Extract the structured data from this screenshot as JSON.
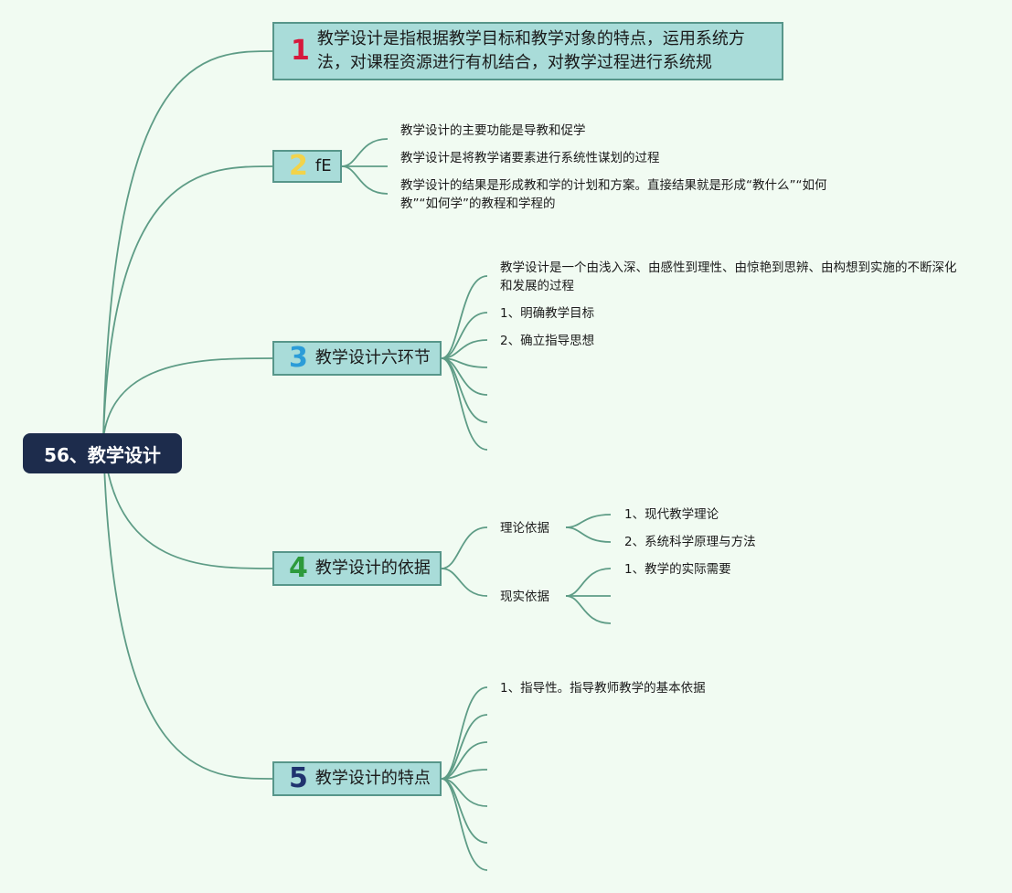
{
  "root": {
    "label": "56、教学设计"
  },
  "topics": [
    {
      "num": "1",
      "label": "教学设计是指根据教学目标和教学对象的特点，运用系统方法，对课程资源进行有机结合，对教学过程进行系统规",
      "children": []
    },
    {
      "num": "2",
      "label": "fE",
      "children": [
        "教学设计的主要功能是导教和促学",
        "教学设计是将教学诸要素进行系统性谋划的过程",
        "教学设计的结果是形成教和学的计划和方案。直接结果就是形成“教什么”“如何教”“如何学”的教程和学程的"
      ]
    },
    {
      "num": "3",
      "label": "教学设计六环节",
      "children": [
        "教学设计是一个由浅入深、由感性到理性、由惊艳到思辨、由构想到实施的不断深化和发展的过程",
        "1、明确教学目标",
        "2、确立指导思想",
        "",
        "",
        "",
        ""
      ]
    },
    {
      "num": "4",
      "label": "教学设计的依据",
      "children": [
        {
          "label": "理论依据",
          "children": [
            "1、现代教学理论",
            "2、系统科学原理与方法"
          ]
        },
        {
          "label": "现实依据",
          "children": [
            "1、教学的实际需要",
            "",
            ""
          ]
        }
      ]
    },
    {
      "num": "5",
      "label": "教学设计的特点",
      "children": [
        "1、指导性。指导教师教学的基本依据",
        "",
        "",
        "",
        "",
        "",
        ""
      ]
    }
  ],
  "colors": {
    "background": "#f1fbf2",
    "root_fill": "#1d2c4c",
    "topic_fill": "#a9dcd9",
    "topic_border": "#57968a",
    "connector": "#5e9c86",
    "num1": "#d6183c",
    "num2": "#f2d34a",
    "num3": "#2b9cd8",
    "num4": "#2d9a3c",
    "num5": "#20336f"
  }
}
